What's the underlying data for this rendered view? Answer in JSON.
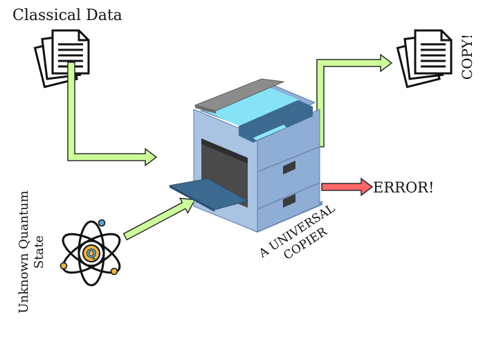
{
  "labels": {
    "classical_data": "Classical Data",
    "copy": "COPY!",
    "error": "ERROR!",
    "unknown_state_line1": "Unknown Quantum",
    "unknown_state_line2": "State",
    "copier_line1": "A UNIVERSAL",
    "copier_line2": "COPIER",
    "atom_letter": "Q"
  },
  "colors": {
    "arrow_green_fill": "#ccff99",
    "arrow_outline": "#2b2b2b",
    "arrow_red_fill": "#ff6666",
    "copier_body": "#a9c3e3",
    "copier_side": "#7f9fcc",
    "copier_dark": "#3c6a90",
    "copier_glass": "#86e3f6",
    "copier_lid": "#8c8c8c",
    "atom_orange": "#f0b63c",
    "atom_blue": "#5aa3d8"
  },
  "icons": [
    "documents-icon",
    "documents-copy-icon",
    "copier-icon",
    "atom-icon"
  ]
}
